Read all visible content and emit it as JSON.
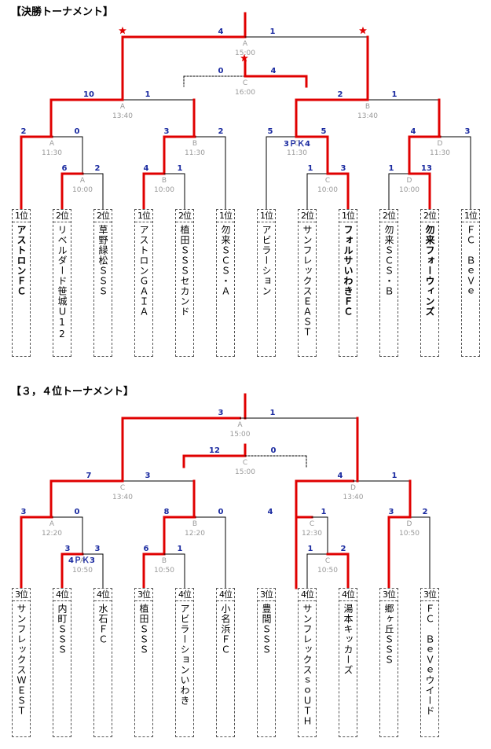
{
  "final": {
    "title": "【決勝トーナメント】",
    "matches": [
      {
        "venue": "A",
        "time": "15:00",
        "ls": "4",
        "rs": "1"
      },
      {
        "venue": "C",
        "time": "16:00",
        "ls": "0",
        "rs": "4"
      },
      {
        "venue": "A",
        "time": "13:40",
        "ls": "10",
        "rs": "1"
      },
      {
        "venue": "B",
        "time": "13:40",
        "ls": "2",
        "rs": "1"
      },
      {
        "venue": "A",
        "time": "11:30",
        "ls": "2",
        "rs": "0"
      },
      {
        "venue": "B",
        "time": "11:30",
        "ls": "3",
        "rs": "2"
      },
      {
        "venue": "C",
        "time": "11:30",
        "ls": "5",
        "rs": "5"
      },
      {
        "venue": "D",
        "time": "11:30",
        "ls": "4",
        "rs": "3"
      },
      {
        "venue": "A",
        "time": "10:00",
        "ls": "6",
        "rs": "2"
      },
      {
        "venue": "B",
        "time": "10:00",
        "ls": "4",
        "rs": "1"
      },
      {
        "venue": "C",
        "time": "10:00",
        "ls": "1",
        "rs": "3"
      },
      {
        "venue": "D",
        "time": "10:00",
        "ls": "1",
        "rs": "13"
      }
    ],
    "pk": "3ＰＫ4",
    "teams": [
      {
        "rank": "1位",
        "name": "アストロンＦＣ",
        "win": true
      },
      {
        "rank": "2位",
        "name": "リベルダード笹城Ｕ12",
        "win": false
      },
      {
        "rank": "2位",
        "name": "草野緑松ＳＳＳ",
        "win": false
      },
      {
        "rank": "1位",
        "name": "アストロンＧＡＩＡ",
        "win": false
      },
      {
        "rank": "2位",
        "name": "植田ＳＳＳセカンド",
        "win": false
      },
      {
        "rank": "1位",
        "name": "勿来ＳＣＳ・Ａ",
        "win": false
      },
      {
        "rank": "1位",
        "name": "アビラーション",
        "win": false
      },
      {
        "rank": "2位",
        "name": "サンフレックスＥＡＳＴ",
        "win": false
      },
      {
        "rank": "1位",
        "name": "フォルサいわきＦＣ",
        "win": true
      },
      {
        "rank": "2位",
        "name": "勿来ＳＣＳ・Ｂ",
        "win": false
      },
      {
        "rank": "2位",
        "name": "勿来フォーウィンズ",
        "win": true
      },
      {
        "rank": "1位",
        "name": "ＦＣ　ＢｅＶｅ",
        "win": false
      }
    ]
  },
  "third": {
    "title": "【３，４位トーナメント】",
    "matches": [
      {
        "venue": "A",
        "time": "15:00",
        "ls": "3",
        "rs": "1"
      },
      {
        "venue": "C",
        "time": "15:00",
        "ls": "12",
        "rs": "0"
      },
      {
        "venue": "C",
        "time": "13:40",
        "ls": "7",
        "rs": "3"
      },
      {
        "venue": "D",
        "time": "13:40",
        "ls": "4",
        "rs": "1"
      },
      {
        "venue": "A",
        "time": "12:20",
        "ls": "3",
        "rs": "0"
      },
      {
        "venue": "B",
        "time": "12:20",
        "ls": "8",
        "rs": "0"
      },
      {
        "venue": "C",
        "time": "12:30",
        "ls": "4",
        "rs": "1"
      },
      {
        "venue": "D",
        "time": "10:50",
        "ls": "3",
        "rs": "2"
      },
      {
        "venue": "A",
        "time": "10:50",
        "ls": "3",
        "rs": "3"
      },
      {
        "venue": "B",
        "time": "10:50",
        "ls": "6",
        "rs": "1"
      },
      {
        "venue": "C",
        "time": "10:50",
        "ls": "1",
        "rs": "2"
      }
    ],
    "pk": "4ＰＫ3",
    "teams": [
      {
        "rank": "3位",
        "name": "サンフレックスＷＥＳＴ",
        "win": false
      },
      {
        "rank": "4位",
        "name": "内町ＳＳＳ",
        "win": false
      },
      {
        "rank": "4位",
        "name": "水石ＦＣ",
        "win": false
      },
      {
        "rank": "3位",
        "name": "植田ＳＳＳ",
        "win": false
      },
      {
        "rank": "4位",
        "name": "アビラーションいわき",
        "win": false
      },
      {
        "rank": "4位",
        "name": "小名浜ＦＣ",
        "win": false
      },
      {
        "rank": "3位",
        "name": "豊間ＳＳＳ",
        "win": false
      },
      {
        "rank": "4位",
        "name": "サンフレックスｓｏＵＴＨ",
        "win": false
      },
      {
        "rank": "4位",
        "name": "湯本キッカーズ",
        "win": false
      },
      {
        "rank": "3位",
        "name": "郷ヶ丘ＳＳＳ",
        "win": false
      },
      {
        "rank": "3位",
        "name": "ＦＣ　ＢｅＶｅウイード",
        "win": false
      }
    ]
  },
  "colors": {
    "winner_line": "#e00000",
    "loser_line": "#000000",
    "score": "#1a2aa0",
    "meta": "#999999",
    "star": "#e00000"
  }
}
